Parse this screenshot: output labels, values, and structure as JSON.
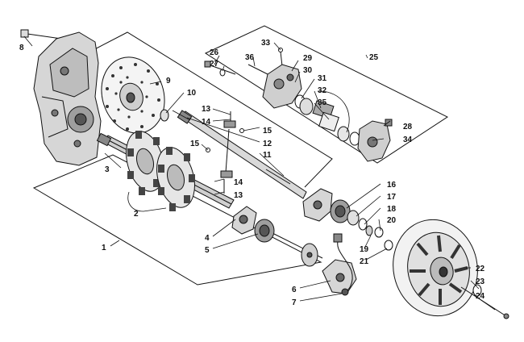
{
  "diagram": {
    "colors": {
      "line": "#111111",
      "fill_light": "#eeeeee",
      "fill_mid": "#bdbdbd",
      "fill_dark": "#555555",
      "background": "#ffffff"
    },
    "callouts": {
      "c1": "1",
      "c2": "2",
      "c3": "3",
      "c4": "4",
      "c5": "5",
      "c6": "6",
      "c7": "7",
      "c8": "8",
      "c9": "9",
      "c10": "10",
      "c11": "11",
      "c12": "12",
      "c13a": "13",
      "c13b": "13",
      "c14a": "14",
      "c14b": "14",
      "c15a": "15",
      "c15b": "15",
      "c16": "16",
      "c17": "17",
      "c18": "18",
      "c19": "19",
      "c20": "20",
      "c21": "21",
      "c22": "22",
      "c23": "23",
      "c24": "24",
      "c25": "25",
      "c26": "26",
      "c27": "27",
      "c28": "28",
      "c29": "29",
      "c30": "30",
      "c31": "31",
      "c32": "32",
      "c33": "33",
      "c34": "34",
      "c35": "35",
      "c36": "36"
    }
  }
}
